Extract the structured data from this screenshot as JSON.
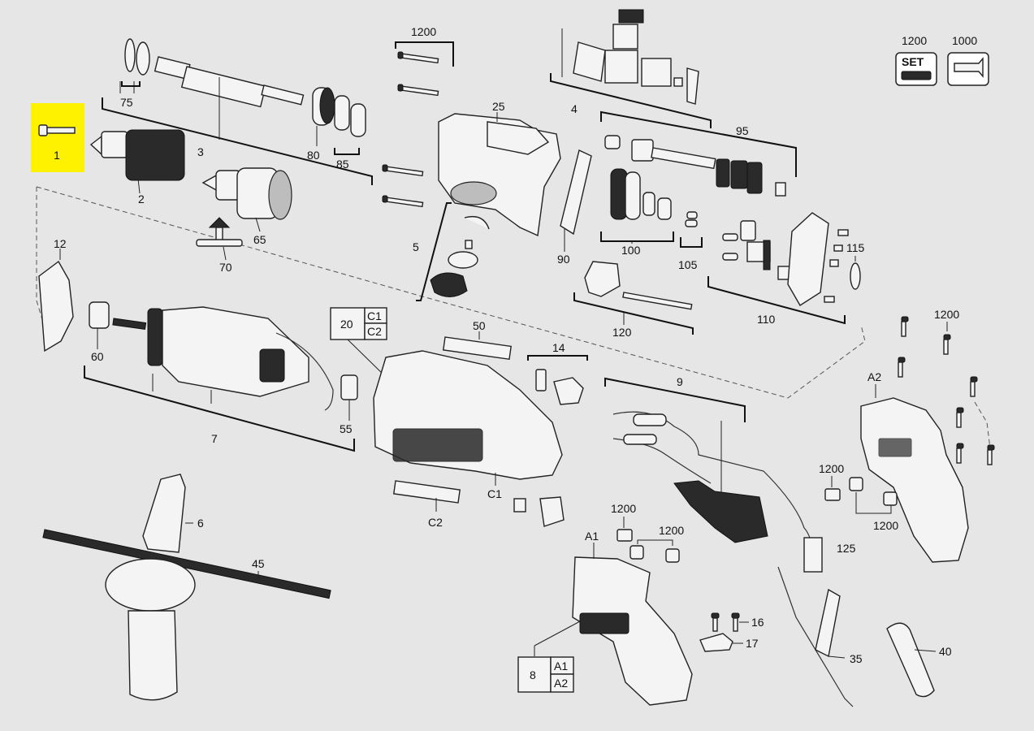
{
  "parts": {
    "p1": "1",
    "p2": "2",
    "p3": "3",
    "p4": "4",
    "p5": "5",
    "p6": "6",
    "p7": "7",
    "p8": "8",
    "p9": "9",
    "p12": "12",
    "p14": "14",
    "p16": "16",
    "p17": "17",
    "p20": "20",
    "p25": "25",
    "p35": "35",
    "p40": "40",
    "p45": "45",
    "p50": "50",
    "p55": "55",
    "p60": "60",
    "p65": "65",
    "p70": "70",
    "p75": "75",
    "p80": "80",
    "p85": "85",
    "p90": "90",
    "p95": "95",
    "p100": "100",
    "p105": "105",
    "p110": "110",
    "p115": "115",
    "p120": "120",
    "p125": "125",
    "pA1": "A1",
    "pA2": "A2",
    "pC1": "C1",
    "pC2": "C2",
    "p1200": "1200",
    "p1000": "1000"
  },
  "boxes": {
    "box20": {
      "num": "20",
      "top": "C1",
      "bottom": "C2"
    },
    "box8": {
      "num": "8",
      "top": "A1",
      "bottom": "A2"
    }
  },
  "legend": {
    "set_label": "SET",
    "set_num": "1200",
    "tube_num": "1000"
  },
  "highlight": {
    "part": "1",
    "color": "#fff200"
  }
}
